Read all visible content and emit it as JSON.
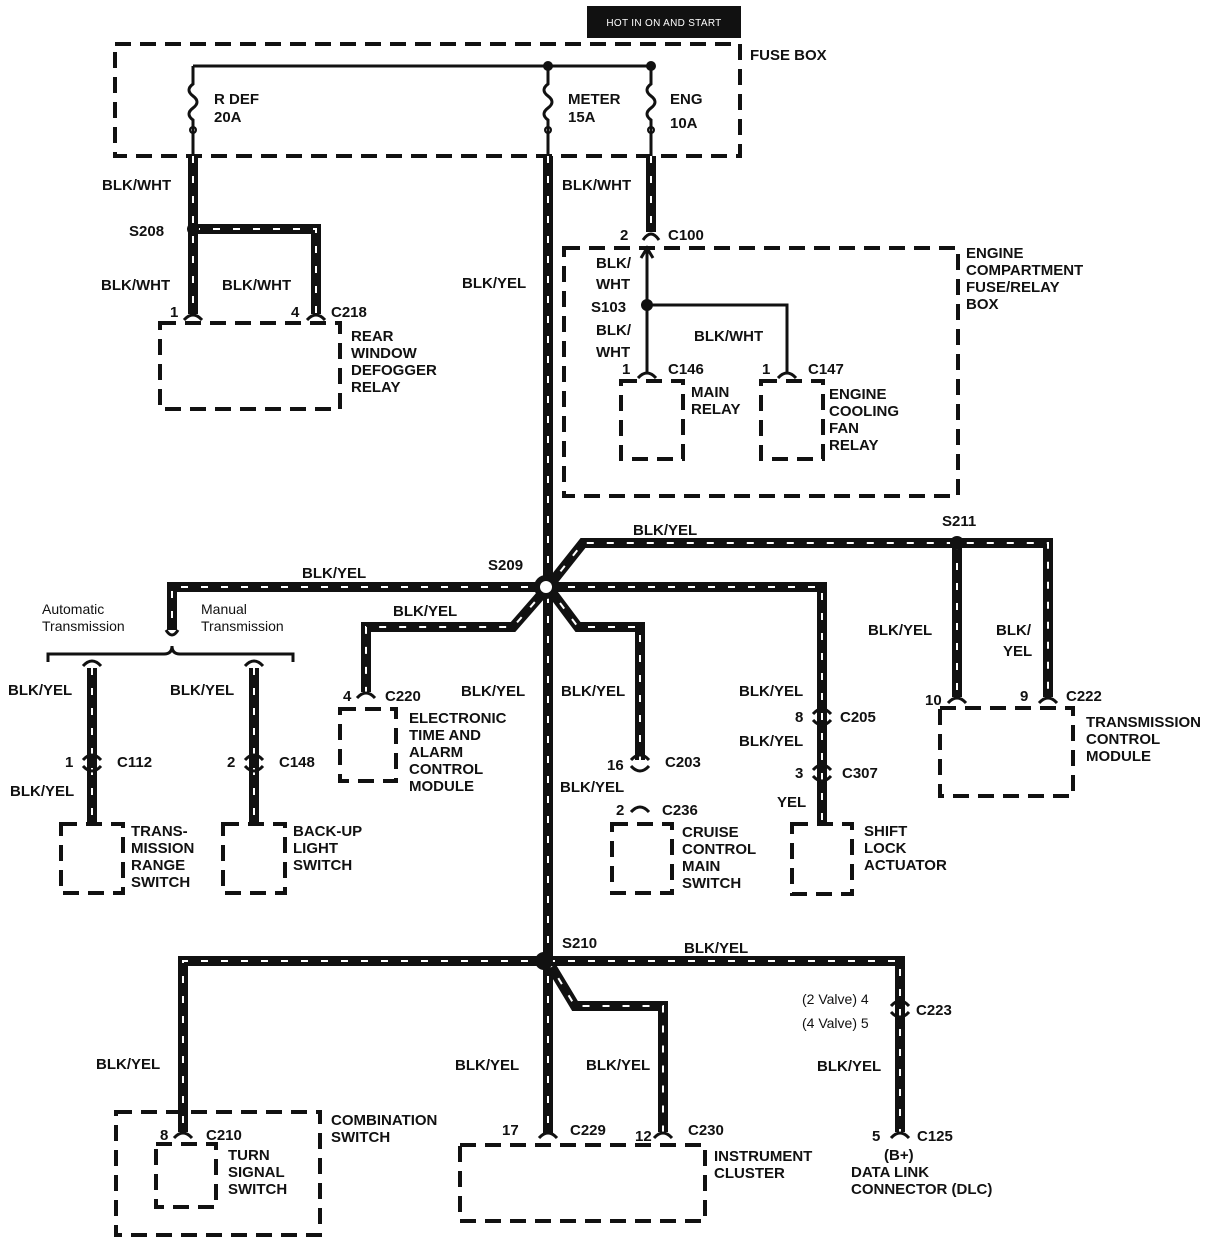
{
  "header": {
    "label": "HOT IN ON AND START"
  },
  "fuse_box": {
    "label": "FUSE BOX",
    "fuses": [
      {
        "name": "R DEF",
        "rating": "20A"
      },
      {
        "name": "METER",
        "rating": "15A"
      },
      {
        "name": "ENG",
        "rating": "10A"
      }
    ]
  },
  "engine_box": {
    "lines": [
      "ENGINE",
      "COMPARTMENT",
      "FUSE/RELAY",
      "BOX"
    ]
  },
  "splices": {
    "s208": "S208",
    "s103": "S103",
    "s209": "S209",
    "s210": "S210",
    "s211": "S211"
  },
  "connectors": {
    "c100": "C100",
    "c218": "C218",
    "c146": "C146",
    "c147": "C147",
    "c220": "C220",
    "c112": "C112",
    "c148": "C148",
    "c203": "C203",
    "c236": "C236",
    "c205": "C205",
    "c307": "C307",
    "c222": "C222",
    "c210": "C210",
    "c229": "C229",
    "c230": "C230",
    "c223": "C223",
    "c125": "C125"
  },
  "pins": {
    "c100": "2",
    "c218_1": "1",
    "c218_4": "4",
    "c146": "1",
    "c147": "1",
    "c220": "4",
    "c112": "1",
    "c148": "2",
    "c203": "16",
    "c236": "2",
    "c205": "8",
    "c307": "3",
    "c222_10": "10",
    "c222_9": "9",
    "c210": "8",
    "c229": "17",
    "c230": "12",
    "c125": "5"
  },
  "c223_pins": {
    "valve2": "(2 Valve) 4",
    "valve4": "(4 Valve) 5"
  },
  "wire_colors": {
    "blk_wht": "BLK/WHT",
    "blk_yel": "BLK/YEL",
    "yel": "YEL",
    "blk": "BLK/",
    "wht": "WHT",
    "yel_part": "YEL"
  },
  "transmission": {
    "automatic": [
      "Automatic",
      "Transmission"
    ],
    "manual": [
      "Manual",
      "Transmission"
    ]
  },
  "components": {
    "rear_defogger": [
      "REAR",
      "WINDOW",
      "DEFOGGER",
      "RELAY"
    ],
    "main_relay": [
      "MAIN",
      "RELAY"
    ],
    "fan_relay": [
      "ENGINE",
      "COOLING",
      "FAN",
      "RELAY"
    ],
    "etacm": [
      "ELECTRONIC",
      "TIME AND",
      "ALARM",
      "CONTROL",
      "MODULE"
    ],
    "tcm": [
      "TRANSMISSION",
      "CONTROL",
      "MODULE"
    ],
    "range_switch": [
      "TRANS-",
      "MISSION",
      "RANGE",
      "SWITCH"
    ],
    "backup_switch": [
      "BACK-UP",
      "LIGHT",
      "SWITCH"
    ],
    "cruise_switch": [
      "CRUISE",
      "CONTROL",
      "MAIN",
      "SWITCH"
    ],
    "shift_lock": [
      "SHIFT",
      "LOCK",
      "ACTUATOR"
    ],
    "combination": [
      "COMBINATION",
      "SWITCH"
    ],
    "turn_signal": [
      "TURN",
      "SIGNAL",
      "SWITCH"
    ],
    "cluster": [
      "INSTRUMENT",
      "CLUSTER"
    ],
    "dlc": [
      "(B+)",
      "DATA LINK",
      "CONNECTOR (DLC)"
    ]
  }
}
